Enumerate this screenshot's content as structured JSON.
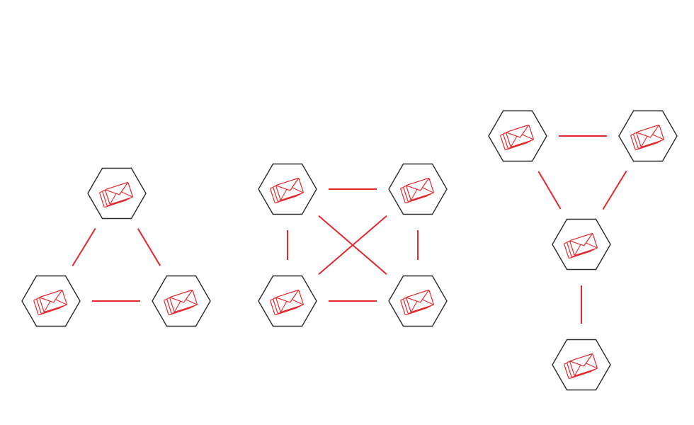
{
  "colors": {
    "edge": "#e5282d",
    "node_outline": "#2b2b2b",
    "icon": "#e5282d",
    "background": "#ffffff"
  },
  "node_icon": "stacked-envelopes-icon",
  "topologies": [
    {
      "name": "triangle",
      "nodes": [
        "top",
        "bottom-left",
        "bottom-right"
      ],
      "edges": [
        [
          "top",
          "bottom-left"
        ],
        [
          "top",
          "bottom-right"
        ],
        [
          "bottom-left",
          "bottom-right"
        ]
      ]
    },
    {
      "name": "full-mesh",
      "nodes": [
        "top-left",
        "top-right",
        "bottom-left",
        "bottom-right"
      ],
      "edges": [
        [
          "top-left",
          "top-right"
        ],
        [
          "top-left",
          "bottom-left"
        ],
        [
          "top-right",
          "bottom-right"
        ],
        [
          "bottom-left",
          "bottom-right"
        ],
        [
          "top-left",
          "bottom-right"
        ],
        [
          "top-right",
          "bottom-left"
        ]
      ]
    },
    {
      "name": "triangle-with-tail",
      "nodes": [
        "top-left",
        "top-right",
        "middle",
        "bottom"
      ],
      "edges": [
        [
          "top-left",
          "top-right"
        ],
        [
          "top-left",
          "middle"
        ],
        [
          "top-right",
          "middle"
        ],
        [
          "middle",
          "bottom"
        ]
      ]
    }
  ]
}
